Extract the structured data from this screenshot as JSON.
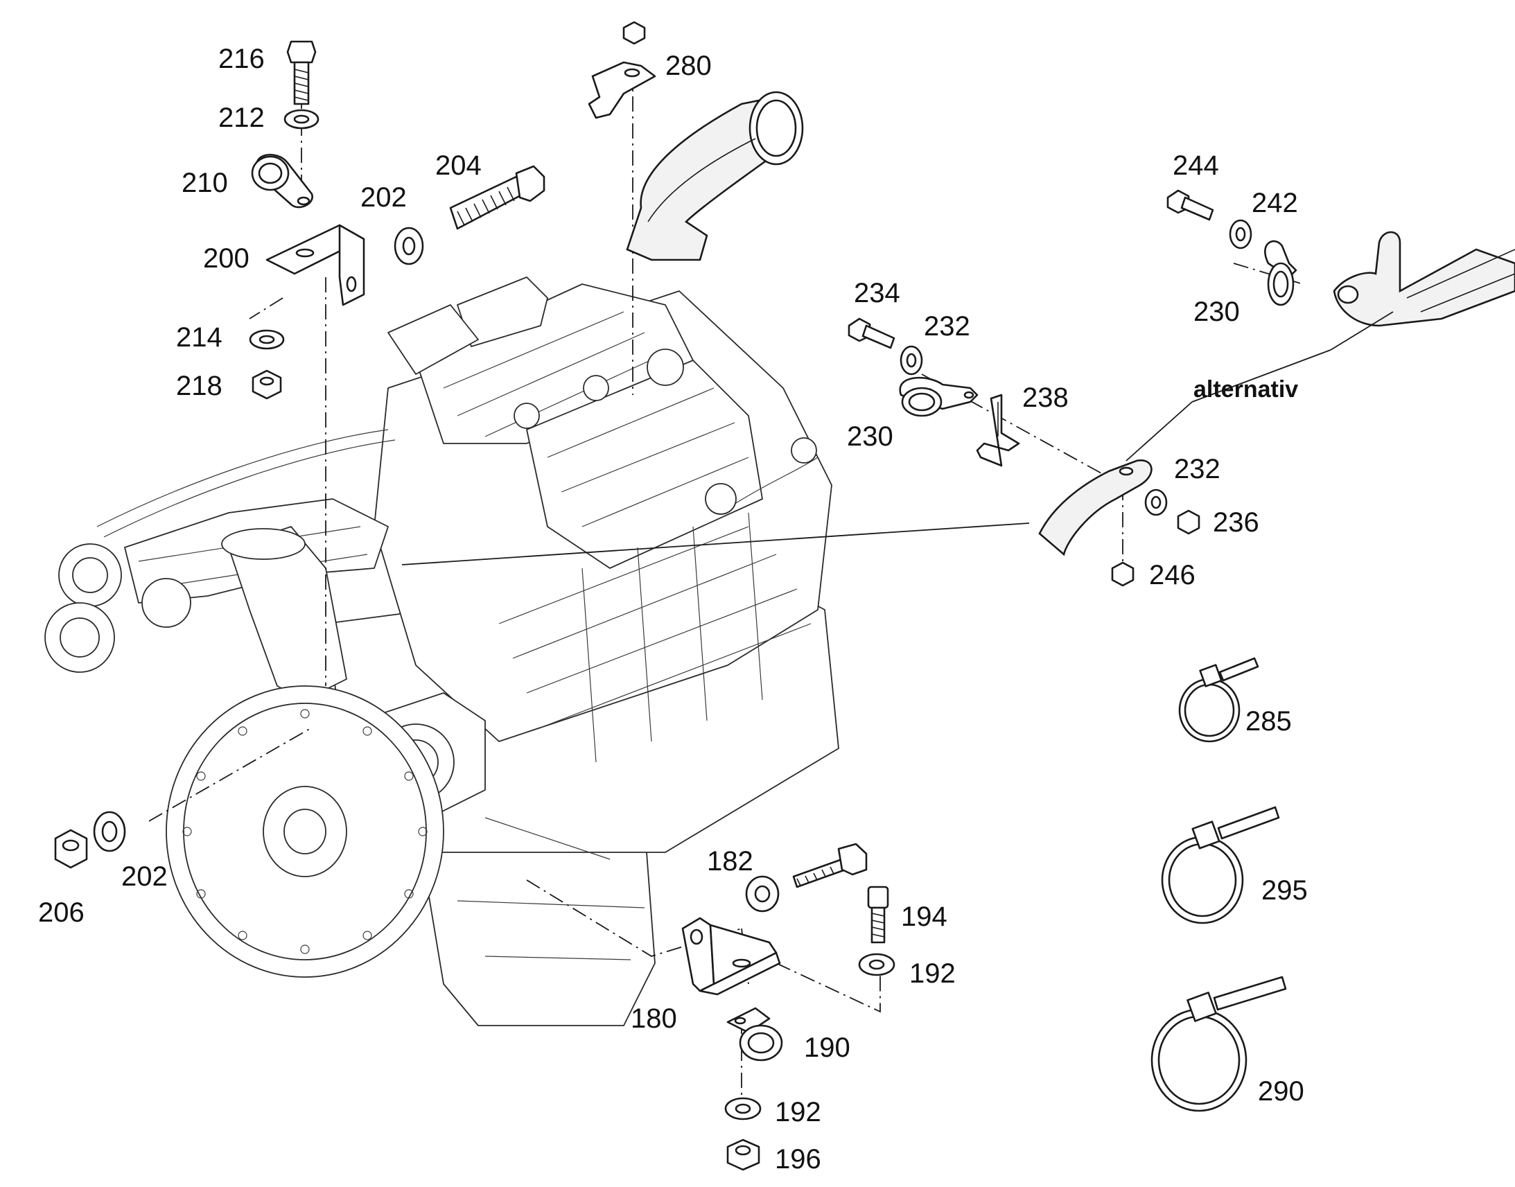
{
  "diagram": {
    "callouts": {
      "c216": "216",
      "c212": "212",
      "c210": "210",
      "c200": "200",
      "c202_top": "202",
      "c204": "204",
      "c214": "214",
      "c218": "218",
      "c280": "280",
      "c234": "234",
      "c232_a": "232",
      "c230_a": "230",
      "c238": "238",
      "c244": "244",
      "c242": "242",
      "c230_b": "230",
      "c232_b": "232",
      "c236": "236",
      "c246": "246",
      "c285": "285",
      "c295": "295",
      "c290": "290",
      "c206": "206",
      "c202_bottom": "202",
      "c182": "182",
      "c194": "194",
      "c192_a": "192",
      "c180": "180",
      "c190": "190",
      "c192_b": "192",
      "c196": "196"
    },
    "note": "alternativ"
  }
}
